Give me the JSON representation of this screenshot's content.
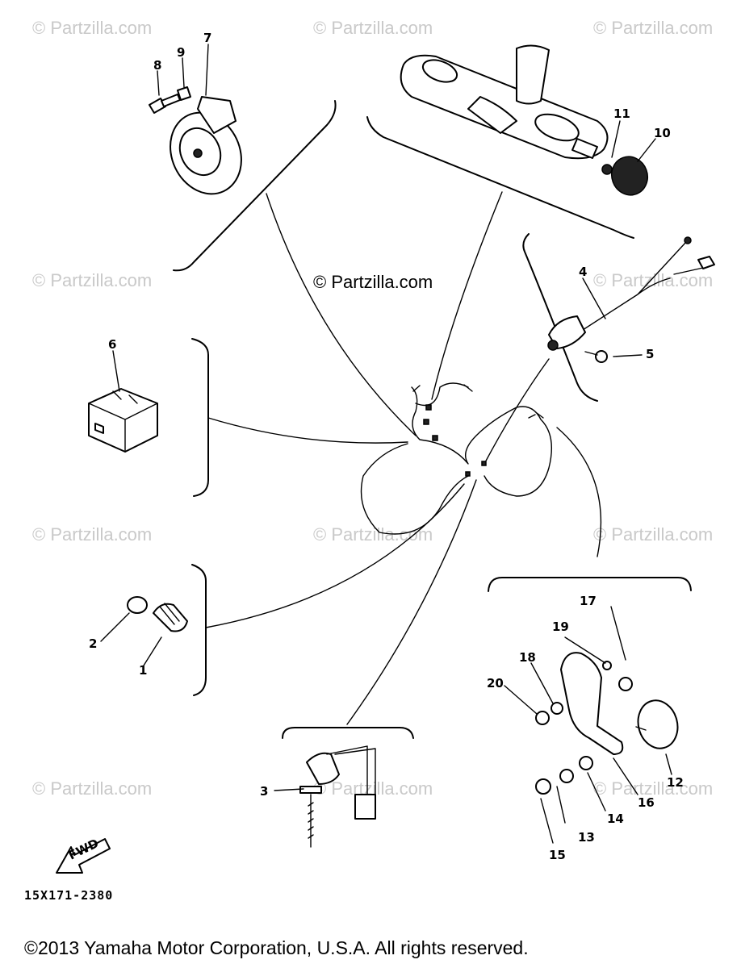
{
  "watermarks": [
    "© Partzilla.com",
    "© Partzilla.com",
    "© Partzilla.com",
    "© Partzilla.com",
    "© Partzilla.com",
    "© Partzilla.com",
    "© Partzilla.com",
    "© Partzilla.com",
    "© Partzilla.com",
    "© Partzilla.com",
    "© Partzilla.com"
  ],
  "center_copyright": "© Partzilla.com",
  "callouts": {
    "p1": "1",
    "p2": "2",
    "p3": "3",
    "p4": "4",
    "p5": "5",
    "p6": "6",
    "p7": "7",
    "p8": "8",
    "p9": "9",
    "p10": "10",
    "p11": "11",
    "p12": "12",
    "p13": "13",
    "p14": "14",
    "p15": "15",
    "p16": "16",
    "p17": "17",
    "p18": "18",
    "p19": "19",
    "p20": "20"
  },
  "fwd_label": "FWD",
  "diagram_code": "15X171-2380",
  "footer": "©2013  Yamaha Motor Corporation, U.S.A. All rights reserved."
}
